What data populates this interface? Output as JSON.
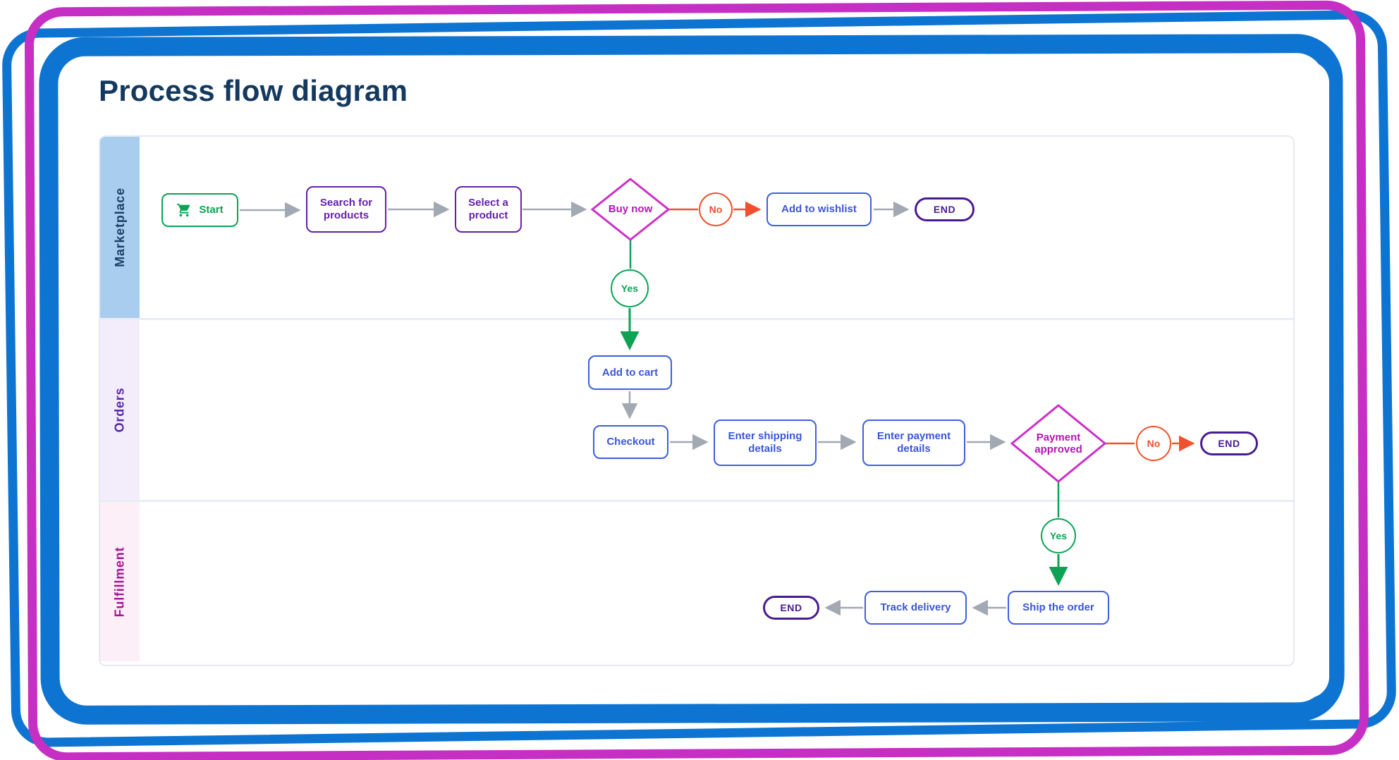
{
  "title": "Process flow diagram",
  "lanes": [
    {
      "label": "Marketplace",
      "bg": "#a9cdee",
      "text_color": "#1c3f66"
    },
    {
      "label": "Orders",
      "bg": "#f3edfb",
      "text_color": "#5627ab"
    },
    {
      "label": "Fulfillment",
      "bg": "#fdeff8",
      "text_color": "#a31297"
    }
  ],
  "nodes": {
    "start": "Start",
    "search": "Search for products",
    "select": "Select a product",
    "buy_now": "Buy now",
    "no1": "No",
    "wishlist": "Add to wishlist",
    "end1": "END",
    "yes1": "Yes",
    "add_to_cart": "Add to cart",
    "checkout": "Checkout",
    "shipping": "Enter shipping details",
    "payment": "Enter payment details",
    "approved": "Payment approved",
    "no2": "No",
    "end2": "END",
    "yes2": "Yes",
    "ship": "Ship the order",
    "track": "Track delivery",
    "end3": "END"
  },
  "icons": {
    "start_icon": "shopping-cart-icon"
  },
  "colors": {
    "frame_blue": "#0e74d1",
    "frame_magenta": "#c62fc3",
    "title_navy": "#14395e",
    "green": "#0da254",
    "purple": "#6620a8",
    "diamond_magenta": "#cc2fc9",
    "diamond_text": "#b414b4",
    "blue": "#3d5fe0",
    "red": "#f1502e",
    "end_purple": "#4a1b8f",
    "arrow_gray": "#a2a9b3",
    "lane_border": "#e6e9f0"
  }
}
